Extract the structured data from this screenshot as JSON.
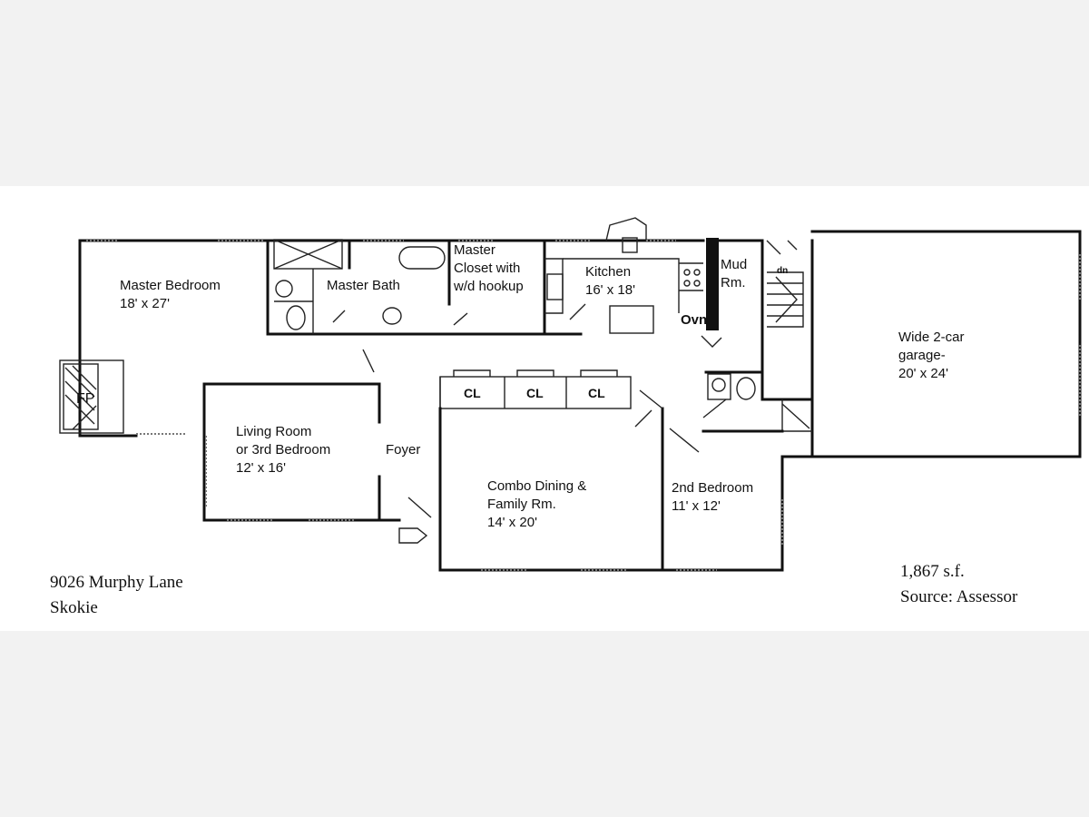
{
  "rooms": {
    "master_bedroom": {
      "name": "Master Bedroom",
      "size": "18' x 27'"
    },
    "master_bath": {
      "name": "Master Bath"
    },
    "master_closet": {
      "line1": "Master",
      "line2": "Closet with",
      "line3": "w/d hookup"
    },
    "kitchen": {
      "name": "Kitchen",
      "size": "16' x 18'"
    },
    "mud_room": {
      "line1": "Mud",
      "line2": "Rm."
    },
    "garage": {
      "line1": "Wide 2-car",
      "line2": "garage-",
      "line3": "20' x 24'"
    },
    "living_room": {
      "line1": "Living Room",
      "line2": "or 3rd Bedroom",
      "size": "12' x 16'"
    },
    "foyer": {
      "name": "Foyer"
    },
    "combo_dining": {
      "line1": "Combo Dining &",
      "line2": "Family Rm.",
      "size": "14' x 20'"
    },
    "second_bedroom": {
      "name": "2nd Bedroom",
      "size": "11' x 12'"
    }
  },
  "fixtures": {
    "fireplace": "FP",
    "closet": "CL",
    "oven": "Ovn",
    "stairs_down": "dn"
  },
  "address": {
    "street": "9026 Murphy Lane",
    "city": "Skokie"
  },
  "info": {
    "area": "1,867 s.f.",
    "source": "Source: Assessor"
  }
}
